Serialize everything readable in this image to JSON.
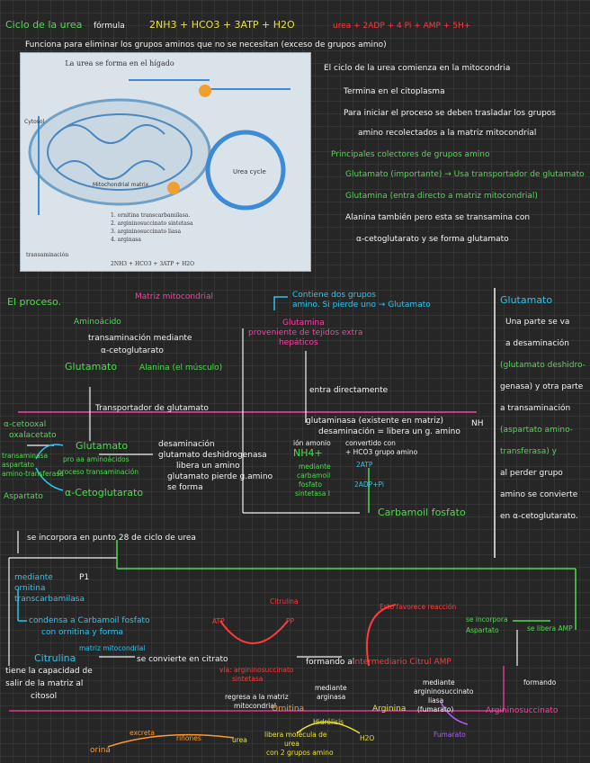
{
  "header": {
    "title": "Ciclo de la urea",
    "formula_label": "fórmula",
    "reactants": "2NH3 + HCO3 + 3ATP + H2O",
    "products": "urea + 2ADP + 4 Pi + AMP + 5H+",
    "subtitle": "Funciona para eliminar los grupos aminos que no se necesitan (exceso de grupos amino)"
  },
  "photo": {
    "title": "La urea se forma en el hígado",
    "cytosol": "Cytosol",
    "matrix": "Mitochondrial matrix",
    "urea_cycle": "Urea cycle",
    "legend": [
      "1. ornitina transcarbamilasa.",
      "2. argininosuccinato sintetasa",
      "3. argininosuccinato liasa",
      "4. arginasa"
    ],
    "transaminacion": "transaminación",
    "equation": "2NH3 + HCO3 + 3ATP + H2O"
  },
  "right_notes": {
    "n1": "El ciclo de la urea comienza en la mitocondria",
    "n2": "Termina en el citoplasma",
    "n3a": "Para iniciar el proceso se deben trasladar los grupos",
    "n3b": "amino recolectados a la matriz mitocondrial",
    "n4": "Principales colectores de grupos amino",
    "n5": "Glutamato (importante) → Usa transportador de glutamato",
    "n6": "Glutamina (entra directo a matriz mitocondrial)",
    "n7a": "Alanina también pero esta se transamina con",
    "n7b": "α-cetoglutarato y se forma glutamato"
  },
  "process": {
    "label": "El proceso.",
    "matriz": "Matriz mitocondrial",
    "aminoacido": "Aminoácido",
    "transaminacion": "transaminación mediante",
    "cetoglutarato": "α-cetoglutarato",
    "glutamato": "Glutamato",
    "alanina": "Alanina (el músculo)",
    "contiene": "Contiene dos grupos",
    "amino_pierde": "amino. Si pierde uno → Glutamato",
    "glutamina": "Glutamina",
    "proveniente": "proveniente de tejidos extra",
    "hepaticos": "hepáticos",
    "entra_directo": "entra directamente",
    "transportador": "Transportador de glutamato",
    "glutaminasa": "glutaminasa (existente en matriz)",
    "desaminacion": "desaminación = libera un g. amino",
    "nh": "NH",
    "cetooxal": "α-cetooxal",
    "oxalacetato": "oxalacetato",
    "transaminasa": "transaminasa",
    "aspartato_amino": "aspartato",
    "amino_transferasa": "amino-transferasa",
    "glutamato2": "Glutamato",
    "pro_aa": "pro aa aminoácidos",
    "pro_trans": "proceso transaminación",
    "aspartato": "Aspartato",
    "akg": "α-Cetoglutarato",
    "desaminacion2": "desaminación",
    "glut_deshid": "glutamato deshidrogenasa",
    "libera": "libera un amino",
    "glut_pierde": "glutamato pierde g.amino",
    "se_forma": "se forma",
    "ion_amonio": "ión amonio",
    "nh4": "NH4+",
    "mediante": "mediante",
    "carbamoil_sint": "carbamoil",
    "fosfato_sint": "fosfato",
    "sintetasa": "sintetasa I",
    "convertido": "convertido con",
    "hco3": "+ HCO3 grupo amino",
    "atp1": "2ATP",
    "atp2": "2ADP+Pi",
    "carbamoil_fosfato": "Carbamoil fosfato",
    "incorpora": "se incorpora en punto 28 de ciclo de urea"
  },
  "glutamato_box": {
    "title": "Glutamato",
    "l1": "Una parte se va",
    "l2": "a desaminación",
    "l3": "(glutamato deshidro-",
    "l4": "genasa) y otra parte",
    "l5": "a transaminación",
    "l6": "(aspartato amino-",
    "l7": "transferasa) y",
    "l8": "al perder grupo",
    "l9": "amino se convierte",
    "l10": "en α-cetoglutarato."
  },
  "cycle": {
    "mediante": "mediante",
    "ornitina_t": "ornitina",
    "transcarb": "transcarbamilasa",
    "p1": "P1",
    "condensa": "condensa a Carbamoil fosfato",
    "con_ornitina": "con ornitina y forma",
    "citrulina": "Citrulina",
    "tiene": "tiene la capacidad de",
    "salir": "salir de la matriz al",
    "citosol": "citosol",
    "matriz_lbl": "matriz mitocondrial",
    "se_convierte": "se convierte en citrato",
    "citrulina_r": "Citrulina",
    "atp": "ATP",
    "pp": "PP",
    "argino_sint": "vía: argininosuccinato",
    "sintetasa": "sintetasa",
    "formando": "formando al",
    "argino": "intermediario Citrul AMP",
    "lo_que": "Esto favorece reacción",
    "incorpora": "se incorpora",
    "aspartato": "Aspartato",
    "libera_amp": "se libera AMP",
    "mediante2": "mediante",
    "arginasa": "arginasa",
    "mediante3": "mediante",
    "argino_liasa": "argininosuccinato",
    "liasa": "liasa",
    "formando2": "formando",
    "arginina": "Arginina",
    "fumarato_l": "(fumarato)",
    "argininosuccinato": "Argininosuccinato",
    "fumarato": "Fumarato",
    "regresa": "regresa a la matriz",
    "mitocondrial": "mitocondrial",
    "ornitina": "Ornitina",
    "excreta": "excreta",
    "riñones": "riñones",
    "orina": "orina",
    "urea": "urea",
    "libera_urea": "libera molécula de",
    "urea2": "urea",
    "con_amino": "con 2 grupos amino",
    "h2o": "H2O",
    "hidrolisis": "Hidrólisis"
  },
  "colors": {
    "green": "#4ddc4d",
    "cyan": "#2fc4ef",
    "magenta": "#ff3fa6",
    "red": "#ff3b3b",
    "yellow": "#e8e23a",
    "orange": "#ff9a2a",
    "purple": "#b25cff",
    "white": "#f4f4f4"
  }
}
